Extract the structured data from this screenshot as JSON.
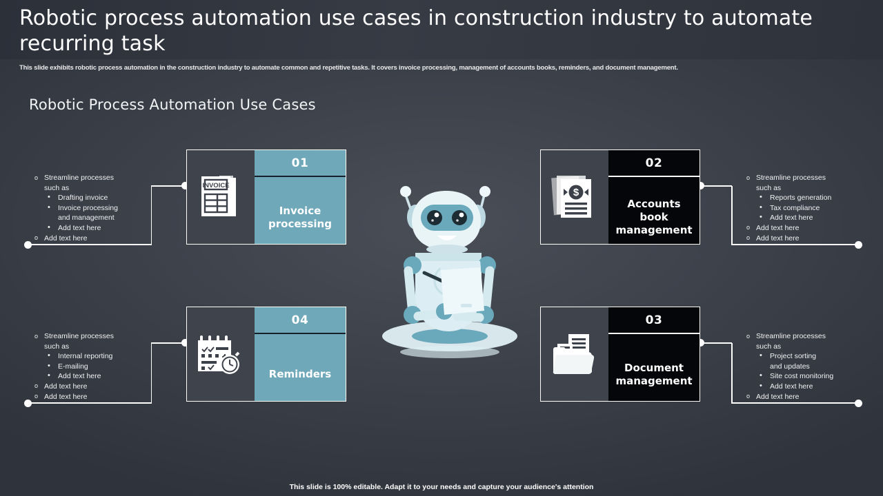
{
  "header": {
    "title": "Robotic process automation use cases in construction industry to automate recurring task",
    "subtitle": "This slide exhibits robotic process automation in the construction industry to automate common and repetitive tasks. It covers invoice processing, management of accounts books, reminders, and document management."
  },
  "section": {
    "title": "Robotic Process Automation Use Cases"
  },
  "cards": [
    {
      "number": "01",
      "label": "Invoice\nprocessing",
      "label_line1": "Invoice",
      "label_line2": "processing",
      "icon": "invoice-document-icon",
      "accent": "#6ea8b9",
      "style": "teal"
    },
    {
      "number": "02",
      "label_line1": "Accounts book",
      "label_line2": "management",
      "icon": "accounts-money-document-icon",
      "accent": "#05060a",
      "style": "black"
    },
    {
      "number": "03",
      "label_line1": "Document",
      "label_line2": "management",
      "icon": "folder-document-icon",
      "accent": "#05060a",
      "style": "black"
    },
    {
      "number": "04",
      "label_line1": "Reminders",
      "label_line2": "",
      "icon": "calendar-clock-icon",
      "accent": "#6ea8b9",
      "style": "teal"
    }
  ],
  "text_blocks": {
    "top_left": [
      {
        "level": 1,
        "text": "Streamline processes"
      },
      {
        "level": 1,
        "text": "such as",
        "continuation": true
      },
      {
        "level": 2,
        "text": "Drafting invoice"
      },
      {
        "level": 2,
        "text": "Invoice processing"
      },
      {
        "level": 2,
        "text": "and management",
        "continuation": true
      },
      {
        "level": 2,
        "text": "Add text here"
      },
      {
        "level": 1,
        "text": "Add text here"
      }
    ],
    "top_right": [
      {
        "level": 1,
        "text": "Streamline processes"
      },
      {
        "level": 1,
        "text": "such as",
        "continuation": true
      },
      {
        "level": 2,
        "text": "Reports generation"
      },
      {
        "level": 2,
        "text": "Tax compliance"
      },
      {
        "level": 2,
        "text": "Add text here"
      },
      {
        "level": 1,
        "text": "Add text here"
      },
      {
        "level": 1,
        "text": "Add text here"
      }
    ],
    "bottom_left": [
      {
        "level": 1,
        "text": "Streamline processes"
      },
      {
        "level": 1,
        "text": "such as",
        "continuation": true
      },
      {
        "level": 2,
        "text": "Internal reporting"
      },
      {
        "level": 2,
        "text": "E-mailing"
      },
      {
        "level": 2,
        "text": "Add text here"
      },
      {
        "level": 1,
        "text": "Add text here"
      },
      {
        "level": 1,
        "text": "Add text here"
      }
    ],
    "bottom_right": [
      {
        "level": 1,
        "text": "Streamline processes"
      },
      {
        "level": 1,
        "text": "such as",
        "continuation": true
      },
      {
        "level": 2,
        "text": "Project sorting"
      },
      {
        "level": 2,
        "text": "and updates",
        "continuation": true
      },
      {
        "level": 2,
        "text": "Site cost monitoring"
      },
      {
        "level": 2,
        "text": "Add text here"
      },
      {
        "level": 1,
        "text": "Add text here"
      }
    ]
  },
  "illustration": {
    "name": "robot-with-clipboard-illustration"
  },
  "footer": {
    "note": "This slide is 100% editable. Adapt it to your needs and capture your audience's attention"
  },
  "colors": {
    "background_dark": "#2f333b",
    "background_light": "#4a4e57",
    "accent_teal": "#6ea8b9",
    "accent_black": "#05060a",
    "line_white": "#ffffff",
    "robot_body": "#dfeef2",
    "robot_accent": "#6aa8bb"
  }
}
